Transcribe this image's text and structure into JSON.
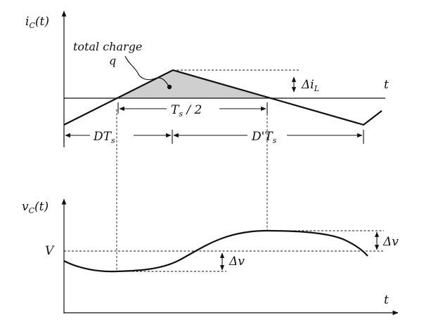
{
  "top_plot": {
    "y_axis_label": {
      "main": "i",
      "sub": "C",
      "arg": "(t)"
    },
    "x_axis_label": "t",
    "charge_label_line1": "total charge",
    "charge_label_line2": "q",
    "delta_il_label": {
      "main": "Δi",
      "sub": "L"
    },
    "half_period_label": {
      "main": "T",
      "sub": "s",
      "rest": " / 2"
    },
    "dts_label": {
      "main": "DT",
      "sub": "s"
    },
    "dprime_ts_label": {
      "main": "D'T",
      "sub": "s"
    }
  },
  "bottom_plot": {
    "y_axis_label": {
      "main": "v",
      "sub": "C",
      "arg": "(t)"
    },
    "x_axis_label": "t",
    "v_level_label": "V",
    "delta_v_lower_label": "Δv",
    "delta_v_upper_label": "Δv"
  },
  "colors": {
    "ink": "#111111",
    "charge_fill": "#cfcfcf"
  }
}
